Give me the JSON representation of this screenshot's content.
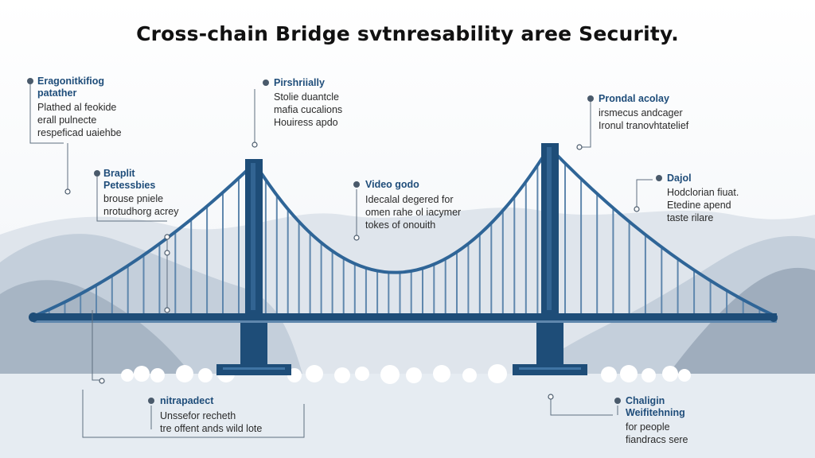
{
  "title": "Cross-chain Bridge svtnresability aree Security.",
  "colors": {
    "bridge_dark": "#1e4d78",
    "bridge_mid": "#2f6597",
    "cable_light": "#5f87ad",
    "heading_blue": "#1f4d7a",
    "mountain_light": "#c9d3de",
    "mountain_dark": "#9aa9b9",
    "water": "#e6ecf2"
  },
  "callouts": [
    {
      "id": "top-left",
      "heading": [
        "Eragonitkifiog",
        "patather"
      ],
      "body": [
        "Plathed al feokide",
        "erall pulnecte",
        "respeficad uaiehbe"
      ]
    },
    {
      "id": "mid-left",
      "heading": [
        "Braplit",
        "Petessbies"
      ],
      "body": [
        "brouse pniele",
        "nrotudhorg acrey"
      ]
    },
    {
      "id": "top-center",
      "heading": [
        "Pirshriially"
      ],
      "body": [
        "Stolie duantcle",
        "mafia cucalions",
        "Houiress apdo"
      ]
    },
    {
      "id": "center",
      "heading": [
        "Video godo"
      ],
      "body": [
        "Idecalal degered for",
        "omen rahe ol iacymer",
        "tokes of onouith"
      ]
    },
    {
      "id": "top-right",
      "heading": [
        "Prondal acolay"
      ],
      "body": [
        "irsmecus andcager",
        "Ironul tranovhtatelief"
      ]
    },
    {
      "id": "mid-right",
      "heading": [
        "Dajol"
      ],
      "body": [
        "Hodclorian fiuat.",
        "Etedine apend",
        "taste rilare"
      ]
    },
    {
      "id": "bottom-left",
      "heading": [
        "nitrapadect"
      ],
      "body": [
        "Unssefor recheth",
        "tre offent ands wild lote"
      ]
    },
    {
      "id": "bottom-right",
      "heading": [
        "Chaligin",
        "Weifitehning"
      ],
      "body": [
        "for people",
        "fiandracs sere"
      ]
    }
  ]
}
